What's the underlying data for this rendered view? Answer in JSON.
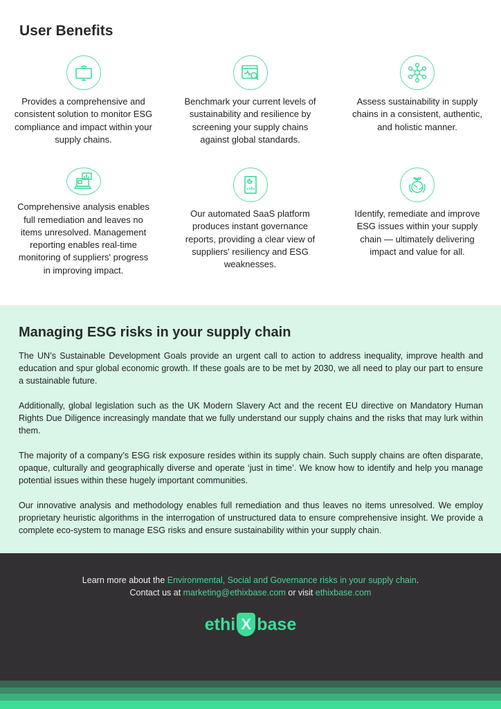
{
  "benefits": {
    "title": "User Benefits",
    "items": [
      {
        "icon": "monitor-icon",
        "text": "Provides a comprehensive and consistent solution to monitor ESG compliance and impact within your supply chains."
      },
      {
        "icon": "browser-search-icon",
        "text": "Benchmark your current levels of sustainability and resilience by screening your supply chains against global standards."
      },
      {
        "icon": "network-icon",
        "text": "Assess sustainability in supply chains in a consistent, authentic, and holistic manner."
      },
      {
        "icon": "laptop-chart-icon",
        "text": "Comprehensive analysis enables full remediation and leaves no items unresolved. Management reporting enables real-time monitoring of suppliers' progress in improving impact."
      },
      {
        "icon": "report-icon",
        "text": "Our automated SaaS platform produces instant governance reports, providing a clear view of suppliers' resiliency and ESG weaknesses."
      },
      {
        "icon": "globe-plant-icon",
        "text": "Identify, remediate and improve ESG issues within your supply chain — ultimately delivering impact and value for all."
      }
    ]
  },
  "managing": {
    "title": "Managing ESG risks in your supply chain",
    "paragraphs": [
      "The UN’s Sustainable Development Goals provide an urgent call to action to address inequality, improve health and education and spur global economic growth. If these goals are to be met by 2030, we all need to play our part to ensure a sustainable future.",
      "Additionally, global legislation such as the UK Modern Slavery Act and the recent EU directive on Mandatory Human Rights Due Diligence increasingly mandate that we fully understand our supply chains and the risks that may lurk within them.",
      "The majority of a company’s ESG risk exposure resides within its supply chain. Such supply chains are often disparate, opaque, culturally and geographically diverse and operate ‘just in time’. We know how to identify and help you manage potential issues within these hugely important communities.",
      "Our innovative analysis and methodology enables full remediation and thus leaves no items unresolved. We employ proprietary heuristic algorithms in the interrogation of unstructured data to ensure comprehensive insight. We provide a complete eco-system to manage ESG risks and ensure sustainability within your supply chain."
    ]
  },
  "footer": {
    "learn_prefix": "Learn more about the ",
    "learn_link": "Environmental, Social and Governance risks in your supply chain",
    "learn_suffix": ".",
    "contact_prefix": "Contact us at ",
    "email": "marketing@ethixbase.com",
    "contact_mid": " or visit ",
    "website": "ethixbase.com",
    "logo_left": "ethi",
    "logo_mark": "X",
    "logo_right": "base"
  },
  "colors": {
    "accent": "#3ddc97",
    "footer_bg": "#333034",
    "section_bg": "#d9f6e8"
  }
}
